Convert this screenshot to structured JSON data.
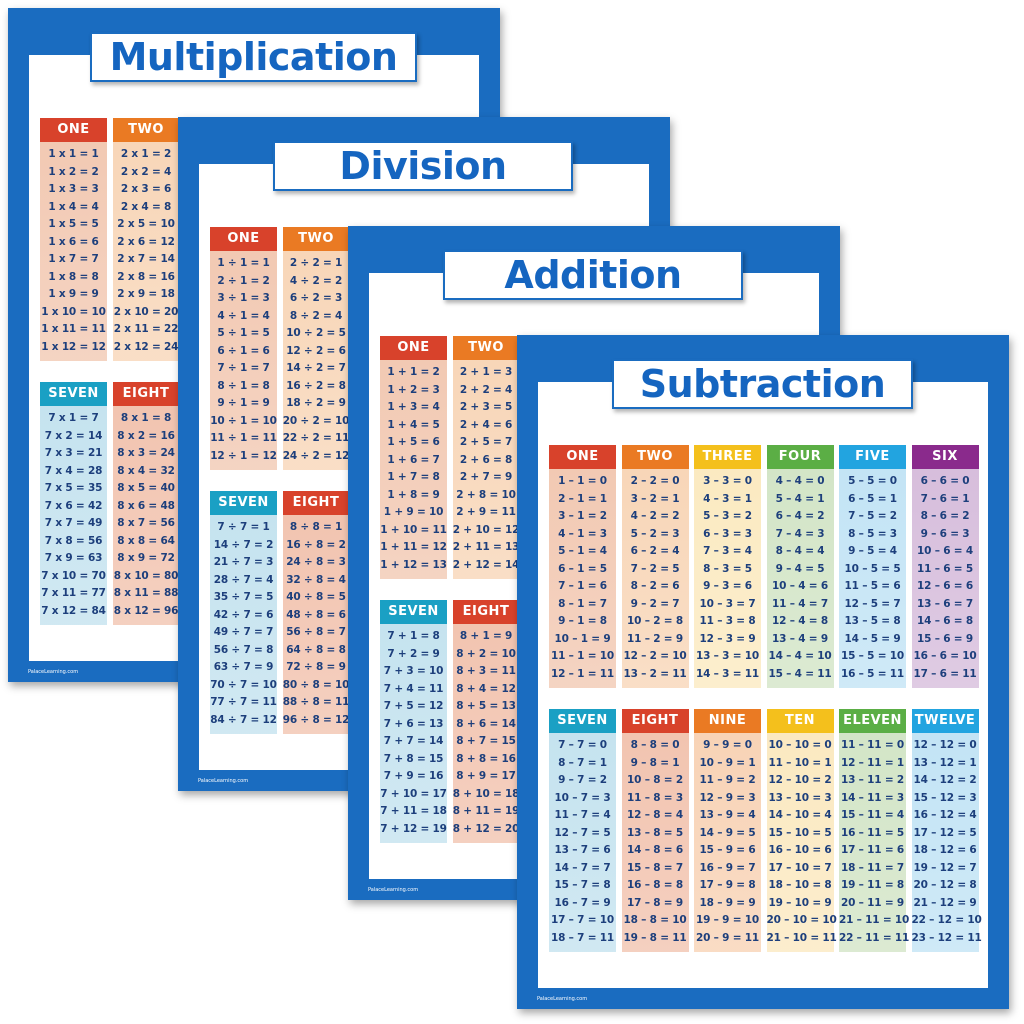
{
  "footer": "PalaceLearning.com",
  "colors": {
    "frame": "#1a6cc0",
    "title_text": "#1565c0",
    "equation_text": "#1d3f7c"
  },
  "column_styles": {
    "ONE": [
      "#d8422b",
      "#f2c9b3"
    ],
    "TWO": [
      "#ea7a23",
      "#f8d6b8"
    ],
    "THREE": [
      "#f4c01c",
      "#fbeac1"
    ],
    "FOUR": [
      "#5bae45",
      "#d3e5c7"
    ],
    "FIVE": [
      "#22a4e0",
      "#c3e4f5"
    ],
    "SIX": [
      "#8a2a8c",
      "#d7bedc"
    ],
    "SEVEN": [
      "#1aa0c4",
      "#c5e3ef"
    ],
    "EIGHT": [
      "#d8422b",
      "#f2c4b0"
    ],
    "NINE": [
      "#ea7a23",
      "#f8d3b6"
    ],
    "TEN": [
      "#f4c01c",
      "#fbe9c1"
    ],
    "ELEVEN": [
      "#5bae45",
      "#d3e5c7"
    ],
    "TWELVE": [
      "#22a4e0",
      "#c3e4f5"
    ]
  },
  "posters": [
    {
      "title": "Multiplication",
      "columns": [
        {
          "header": "ONE",
          "slot": 0,
          "block": 0,
          "items": [
            "1 x 1 = 1",
            "1 x 2 = 2",
            "1 x 3 = 3",
            "1 x 4 = 4",
            "1 x 5 = 5",
            "1 x 6 = 6",
            "1 x 7 = 7",
            "1 x 8 = 8",
            "1 x 9 = 9",
            "1 x 10 = 10",
            "1 x 11 = 11",
            "1 x 12 = 12"
          ]
        },
        {
          "header": "TWO",
          "slot": 1,
          "block": 0,
          "items": [
            "2 x 1 = 2",
            "2 x 2 = 4",
            "2 x 3 = 6",
            "2 x 4 = 8",
            "2 x 5 = 10",
            "2 x 6 = 12",
            "2 x 7 = 14",
            "2 x 8 = 16",
            "2 x 9 = 18",
            "2 x 10 = 20",
            "2 x 11 = 22",
            "2 x 12 = 24"
          ]
        },
        {
          "header": "SEVEN",
          "slot": 0,
          "block": 1,
          "items": [
            "7 x 1 = 7",
            "7 x 2 = 14",
            "7 x 3 = 21",
            "7 x 4 = 28",
            "7 x 5 = 35",
            "7 x 6 = 42",
            "7 x 7 = 49",
            "7 x 8 = 56",
            "7 x 9 = 63",
            "7 x 10 = 70",
            "7 x 11 = 77",
            "7 x 12 = 84"
          ]
        },
        {
          "header": "EIGHT",
          "slot": 1,
          "block": 1,
          "items": [
            "8 x 1 = 8",
            "8 x 2 = 16",
            "8 x 3 = 24",
            "8 x 4 = 32",
            "8 x 5 = 40",
            "8 x 6 = 48",
            "8 x 7 = 56",
            "8 x 8 = 64",
            "8 x 9 = 72",
            "8 x 10 = 80",
            "8 x 11 = 88",
            "8 x 12 = 96"
          ]
        }
      ]
    },
    {
      "title": "Division",
      "columns": [
        {
          "header": "ONE",
          "slot": 0,
          "block": 0,
          "items": [
            "1 ÷ 1 = 1",
            "2 ÷ 1 = 2",
            "3 ÷ 1 = 3",
            "4 ÷ 1 = 4",
            "5 ÷ 1 = 5",
            "6 ÷ 1 = 6",
            "7 ÷ 1 = 7",
            "8 ÷ 1 = 8",
            "9 ÷ 1 = 9",
            "10 ÷ 1 = 10",
            "11 ÷ 1 = 11",
            "12 ÷ 1 = 12"
          ]
        },
        {
          "header": "TWO",
          "slot": 1,
          "block": 0,
          "items": [
            "2 ÷ 2 = 1",
            "4 ÷ 2 = 2",
            "6 ÷ 2 = 3",
            "8 ÷ 2 = 4",
            "10 ÷ 2 = 5",
            "12 ÷ 2 = 6",
            "14 ÷ 2 = 7",
            "16 ÷ 2 = 8",
            "18 ÷ 2 = 9",
            "20 ÷ 2 = 10",
            "22 ÷ 2 = 11",
            "24 ÷ 2 = 12"
          ]
        },
        {
          "header": "SEVEN",
          "slot": 0,
          "block": 1,
          "items": [
            "7 ÷ 7 = 1",
            "14 ÷ 7 = 2",
            "21 ÷ 7 = 3",
            "28 ÷ 7 = 4",
            "35 ÷ 7 = 5",
            "42 ÷ 7 = 6",
            "49 ÷ 7 = 7",
            "56 ÷ 7 = 8",
            "63 ÷ 7 = 9",
            "70 ÷ 7 = 10",
            "77 ÷ 7 = 11",
            "84 ÷ 7 = 12"
          ]
        },
        {
          "header": "EIGHT",
          "slot": 1,
          "block": 1,
          "items": [
            "8 ÷ 8 = 1",
            "16 ÷ 8 = 2",
            "24 ÷ 8 = 3",
            "32 ÷ 8 = 4",
            "40 ÷ 8 = 5",
            "48 ÷ 8 = 6",
            "56 ÷ 8 = 7",
            "64 ÷ 8 = 8",
            "72 ÷ 8 = 9",
            "80 ÷ 8 = 10",
            "88 ÷ 8 = 11",
            "96 ÷ 8 = 12"
          ]
        }
      ]
    },
    {
      "title": "Addition",
      "columns": [
        {
          "header": "ONE",
          "slot": 0,
          "block": 0,
          "items": [
            "1 + 1 = 2",
            "1 + 2 = 3",
            "1 + 3 = 4",
            "1 + 4 = 5",
            "1 + 5 = 6",
            "1 + 6 = 7",
            "1 + 7 = 8",
            "1 + 8 = 9",
            "1 + 9 = 10",
            "1 + 10 = 11",
            "1 + 11 = 12",
            "1 + 12 = 13"
          ]
        },
        {
          "header": "TWO",
          "slot": 1,
          "block": 0,
          "items": [
            "2 + 1 = 3",
            "2 + 2 = 4",
            "2 + 3 = 5",
            "2 + 4 = 6",
            "2 + 5 = 7",
            "2 + 6 = 8",
            "2 + 7 = 9",
            "2 + 8 = 10",
            "2 + 9 = 11",
            "2 + 10 = 12",
            "2 + 11 = 13",
            "2 + 12 = 14"
          ]
        },
        {
          "header": "SEVEN",
          "slot": 0,
          "block": 1,
          "items": [
            "7 + 1 = 8",
            "7 + 2 = 9",
            "7 + 3 = 10",
            "7 + 4 = 11",
            "7 + 5 = 12",
            "7 + 6 = 13",
            "7 + 7 = 14",
            "7 + 8 = 15",
            "7 + 9 = 16",
            "7 + 10 = 17",
            "7 + 11 = 18",
            "7 + 12 = 19"
          ]
        },
        {
          "header": "EIGHT",
          "slot": 1,
          "block": 1,
          "items": [
            "8 + 1 = 9",
            "8 + 2 = 10",
            "8 + 3 = 11",
            "8 + 4 = 12",
            "8 + 5 = 13",
            "8 + 6 = 14",
            "8 + 7 = 15",
            "8 + 8 = 16",
            "8 + 9 = 17",
            "8 + 10 = 18",
            "8 + 11 = 19",
            "8 + 12 = 20"
          ]
        }
      ]
    },
    {
      "title": "Subtraction",
      "columns": [
        {
          "header": "ONE",
          "slot": 0,
          "block": 0,
          "items": [
            "1 – 1 = 0",
            "2 – 1 = 1",
            "3 – 1 = 2",
            "4 – 1 = 3",
            "5 – 1 = 4",
            "6 – 1 = 5",
            "7 – 1 = 6",
            "8 – 1 = 7",
            "9 – 1 = 8",
            "10 – 1 = 9",
            "11 – 1 = 10",
            "12 – 1 = 11"
          ]
        },
        {
          "header": "TWO",
          "slot": 1,
          "block": 0,
          "items": [
            "2 – 2 = 0",
            "3 – 2 = 1",
            "4 – 2 = 2",
            "5 – 2 = 3",
            "6 – 2 = 4",
            "7 – 2 = 5",
            "8 – 2 = 6",
            "9 – 2 = 7",
            "10 – 2 = 8",
            "11 – 2 = 9",
            "12 – 2 = 10",
            "13 – 2 = 11"
          ]
        },
        {
          "header": "THREE",
          "slot": 2,
          "block": 0,
          "items": [
            "3 – 3 = 0",
            "4 – 3 = 1",
            "5 – 3 = 2",
            "6 – 3 = 3",
            "7 – 3 = 4",
            "8 – 3 = 5",
            "9 – 3 = 6",
            "10 – 3 = 7",
            "11 – 3 = 8",
            "12 – 3 = 9",
            "13 – 3 = 10",
            "14 – 3 = 11"
          ]
        },
        {
          "header": "FOUR",
          "slot": 3,
          "block": 0,
          "items": [
            "4 – 4 = 0",
            "5 – 4 = 1",
            "6 – 4 = 2",
            "7 – 4 = 3",
            "8 – 4 = 4",
            "9 – 4 = 5",
            "10 – 4 = 6",
            "11 – 4 = 7",
            "12 – 4 = 8",
            "13 – 4 = 9",
            "14 – 4 = 10",
            "15 – 4 = 11"
          ]
        },
        {
          "header": "FIVE",
          "slot": 4,
          "block": 0,
          "items": [
            "5 – 5 = 0",
            "6 – 5 = 1",
            "7 – 5 = 2",
            "8 – 5 = 3",
            "9 – 5 = 4",
            "10 – 5 = 5",
            "11 – 5 = 6",
            "12 – 5 = 7",
            "13 – 5 = 8",
            "14 – 5 = 9",
            "15 – 5 = 10",
            "16 – 5 = 11"
          ]
        },
        {
          "header": "SIX",
          "slot": 5,
          "block": 0,
          "items": [
            "6 – 6 = 0",
            "7 – 6 = 1",
            "8 – 6 = 2",
            "9 – 6 = 3",
            "10 – 6 = 4",
            "11 – 6 = 5",
            "12 – 6 = 6",
            "13 – 6 = 7",
            "14 – 6 = 8",
            "15 – 6 = 9",
            "16 – 6 = 10",
            "17 – 6 = 11"
          ]
        },
        {
          "header": "SEVEN",
          "slot": 0,
          "block": 1,
          "items": [
            "7 – 7 = 0",
            "8 – 7 = 1",
            "9 – 7 = 2",
            "10 – 7 = 3",
            "11 – 7 = 4",
            "12 – 7 = 5",
            "13 – 7 = 6",
            "14 – 7 = 7",
            "15 – 7 = 8",
            "16 – 7 = 9",
            "17 – 7 = 10",
            "18 – 7 = 11"
          ]
        },
        {
          "header": "EIGHT",
          "slot": 1,
          "block": 1,
          "items": [
            "8 – 8 = 0",
            "9 – 8 = 1",
            "10 – 8 = 2",
            "11 – 8 = 3",
            "12 – 8 = 4",
            "13 – 8 = 5",
            "14 – 8 = 6",
            "15 – 8 = 7",
            "16 – 8 = 8",
            "17 – 8 = 9",
            "18 – 8 = 10",
            "19 – 8 = 11"
          ]
        },
        {
          "header": "NINE",
          "slot": 2,
          "block": 1,
          "items": [
            "9 – 9 = 0",
            "10 – 9 = 1",
            "11 – 9 = 2",
            "12 – 9 = 3",
            "13 – 9 = 4",
            "14 – 9 = 5",
            "15 – 9 = 6",
            "16 – 9 = 7",
            "17 – 9 = 8",
            "18 – 9 = 9",
            "19 – 9 = 10",
            "20 – 9 = 11"
          ]
        },
        {
          "header": "TEN",
          "slot": 3,
          "block": 1,
          "items": [
            "10 – 10 = 0",
            "11 – 10 = 1",
            "12 – 10 = 2",
            "13 – 10 = 3",
            "14 – 10 = 4",
            "15 – 10 = 5",
            "16 – 10 = 6",
            "17 – 10 = 7",
            "18 – 10 = 8",
            "19 – 10 = 9",
            "20 – 10 = 10",
            "21 – 10 = 11"
          ]
        },
        {
          "header": "ELEVEN",
          "slot": 4,
          "block": 1,
          "items": [
            "11 – 11 = 0",
            "12 – 11 = 1",
            "13 – 11 = 2",
            "14 – 11 = 3",
            "15 – 11 = 4",
            "16 – 11 = 5",
            "17 – 11 = 6",
            "18 – 11 = 7",
            "19 – 11 = 8",
            "20 – 11 = 9",
            "21 – 11 = 10",
            "22 – 11 = 11"
          ]
        },
        {
          "header": "TWELVE",
          "slot": 5,
          "block": 1,
          "items": [
            "12 – 12 = 0",
            "13 – 12 = 1",
            "14 – 12 = 2",
            "15 – 12 = 3",
            "16 – 12 = 4",
            "17 – 12 = 5",
            "18 – 12 = 6",
            "19 – 12 = 7",
            "20 – 12 = 8",
            "21 – 12 = 9",
            "22 – 12 = 10",
            "23 – 12 = 11"
          ]
        }
      ]
    }
  ]
}
